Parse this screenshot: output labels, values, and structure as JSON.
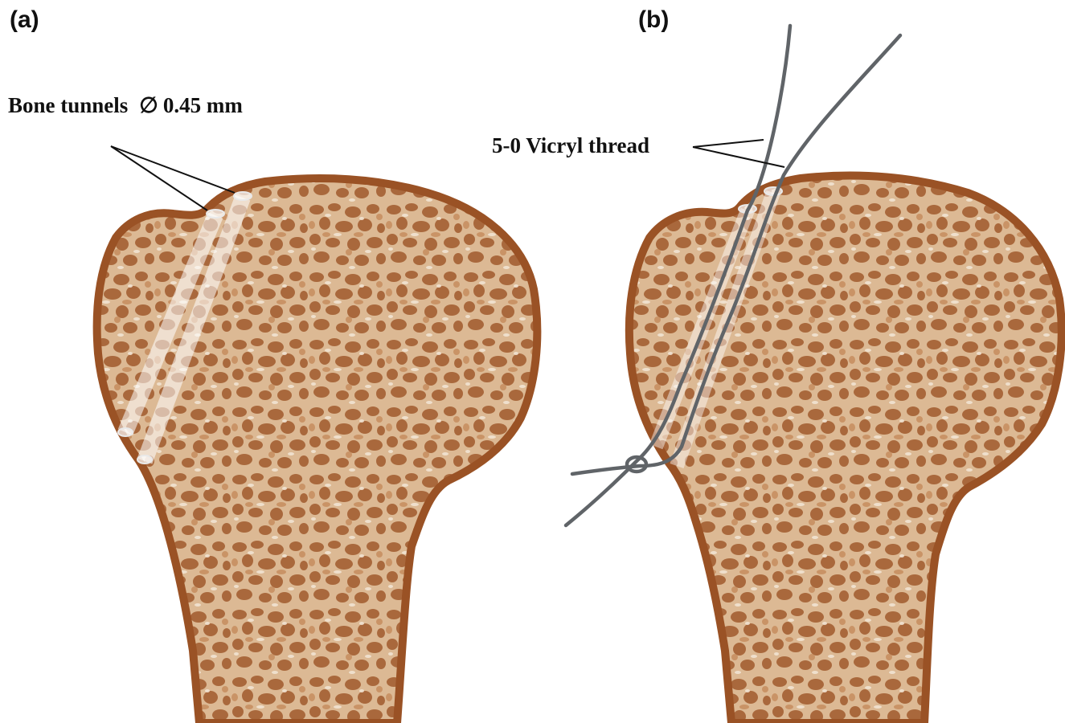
{
  "panels": [
    {
      "label": "(a)",
      "callout": "Bone tunnels",
      "callout_suffix": "0.45 mm",
      "diameter_symbol": "∅"
    },
    {
      "label": "(b)",
      "callout": "5-0 Vicryl thread"
    }
  ],
  "colors": {
    "cortex": "#9a5225",
    "trabecular_base": "#d8b48e",
    "pore": "#a7663a",
    "pore_light": "#f2e4d3",
    "tunnel": "#ffffff",
    "thread": "#606468",
    "leader": "#111111"
  }
}
